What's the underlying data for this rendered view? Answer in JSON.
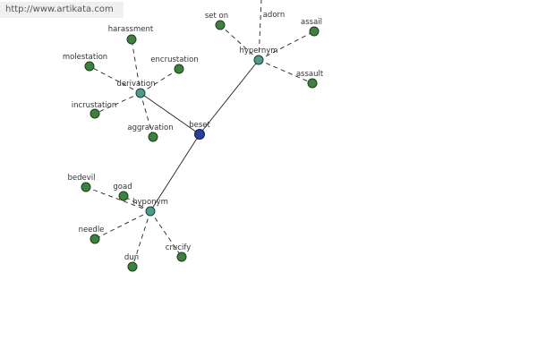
{
  "watermark": "http://www.artikata.com",
  "center": "beset",
  "hubs": {
    "derivation": {
      "label": "derivation",
      "leaves": [
        "harassment",
        "molestation",
        "encrustation",
        "incrustation",
        "aggravation"
      ]
    },
    "hypernym": {
      "label": "hypernym",
      "leaves": [
        "set on",
        "adorn",
        "assail",
        "assault"
      ]
    },
    "hyponym": {
      "label": "hyponym",
      "leaves": [
        "bedevil",
        "goad",
        "needle",
        "dun",
        "crucify"
      ]
    }
  },
  "colors": {
    "center": "#2a3f9a",
    "hub": "#4f9a8a",
    "leaf": "#3f7f3f",
    "edge": "#222222"
  }
}
